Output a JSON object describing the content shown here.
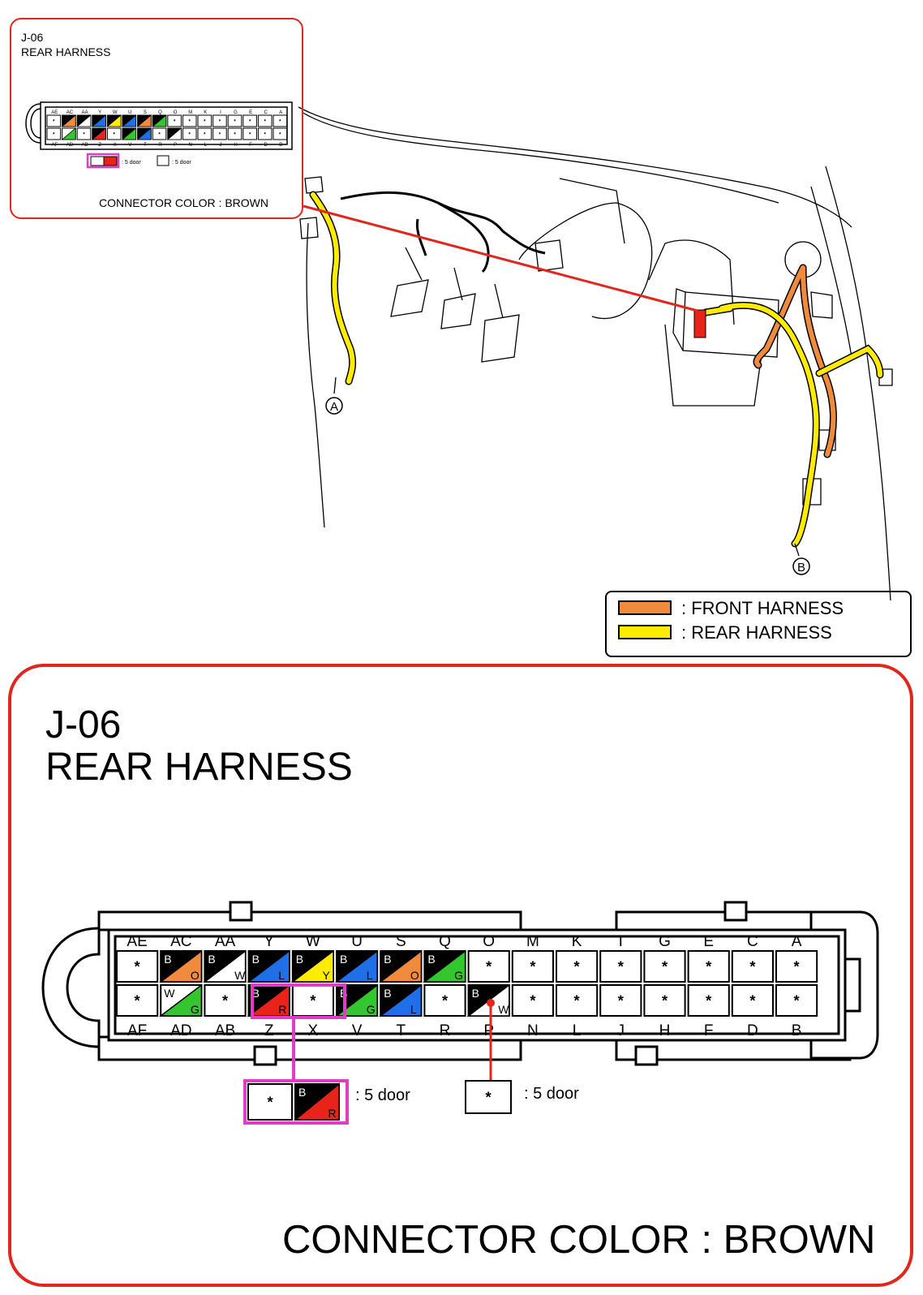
{
  "inset": {
    "code": "J-06",
    "title": "REAR HARNESS",
    "connector_color": "CONNECTOR COLOR : BROWN",
    "door_note": ": 5 door"
  },
  "legend": {
    "front": {
      "label": ": FRONT HARNESS",
      "color": "#f08a3c"
    },
    "rear": {
      "label": ": REAR HARNESS",
      "color": "#ffec00"
    }
  },
  "callouts": {
    "a": "A",
    "b": "B"
  },
  "connector": {
    "code": "J-06",
    "title": "REAR HARNESS",
    "connector_color": "CONNECTOR COLOR : BROWN",
    "top_labels": [
      "AE",
      "AC",
      "AA",
      "Y",
      "W",
      "U",
      "S",
      "Q",
      "O",
      "M",
      "K",
      "I",
      "G",
      "E",
      "C",
      "A"
    ],
    "bottom_labels": [
      "AF",
      "AD",
      "AB",
      "Z",
      "X",
      "V",
      "T",
      "R",
      "P",
      "N",
      "L",
      "J",
      "H",
      "F",
      "D",
      "B"
    ],
    "top_row": [
      {
        "pin": "AE",
        "wire": "*"
      },
      {
        "pin": "AC",
        "wire": "B/O",
        "c1": "B",
        "c2": "O",
        "fill": "#f08a3c"
      },
      {
        "pin": "AA",
        "wire": "B/W",
        "c1": "B",
        "c2": "W",
        "fill": "#ffffff"
      },
      {
        "pin": "Y",
        "wire": "B/L",
        "c1": "B",
        "c2": "L",
        "fill": "#1e6fe8"
      },
      {
        "pin": "W",
        "wire": "B/Y",
        "c1": "B",
        "c2": "Y",
        "fill": "#ffec00"
      },
      {
        "pin": "U",
        "wire": "B/L",
        "c1": "B",
        "c2": "L",
        "fill": "#1e6fe8"
      },
      {
        "pin": "S",
        "wire": "B/O",
        "c1": "B",
        "c2": "O",
        "fill": "#f08a3c"
      },
      {
        "pin": "Q",
        "wire": "B/G",
        "c1": "B",
        "c2": "G",
        "fill": "#34c62e"
      },
      {
        "pin": "O",
        "wire": "*"
      },
      {
        "pin": "M",
        "wire": "*"
      },
      {
        "pin": "K",
        "wire": "*"
      },
      {
        "pin": "I",
        "wire": "*"
      },
      {
        "pin": "G",
        "wire": "*"
      },
      {
        "pin": "E",
        "wire": "*"
      },
      {
        "pin": "C",
        "wire": "*"
      },
      {
        "pin": "A",
        "wire": "*"
      }
    ],
    "bottom_row": [
      {
        "pin": "AF",
        "wire": "*"
      },
      {
        "pin": "AD",
        "wire": "W/G",
        "c1": "W",
        "c2": "G",
        "base": "#ffffff",
        "fill": "#34c62e"
      },
      {
        "pin": "AB",
        "wire": "*"
      },
      {
        "pin": "Z",
        "wire": "B/R",
        "c1": "B",
        "c2": "R",
        "fill": "#e8241a"
      },
      {
        "pin": "X",
        "wire": "*"
      },
      {
        "pin": "V",
        "wire": "B/G",
        "c1": "B",
        "c2": "G",
        "fill": "#34c62e"
      },
      {
        "pin": "T",
        "wire": "B/L",
        "c1": "B",
        "c2": "L",
        "fill": "#1e6fe8"
      },
      {
        "pin": "R",
        "wire": "*"
      },
      {
        "pin": "P",
        "wire": "B/W",
        "c1": "B",
        "c2": "W",
        "fill": "#ffffff"
      },
      {
        "pin": "N",
        "wire": "*"
      },
      {
        "pin": "L",
        "wire": "*"
      },
      {
        "pin": "J",
        "wire": "*"
      },
      {
        "pin": "H",
        "wire": "*"
      },
      {
        "pin": "F",
        "wire": "*"
      },
      {
        "pin": "D",
        "wire": "*"
      },
      {
        "pin": "B",
        "wire": "*"
      }
    ],
    "variant_5door_a": {
      "cells": [
        {
          "wire": "*"
        },
        {
          "wire": "B/R",
          "c1": "B",
          "c2": "R",
          "fill": "#e8241a"
        }
      ],
      "note": ": 5 door"
    },
    "variant_5door_b": {
      "cells": [
        {
          "wire": "*"
        }
      ],
      "note": ": 5 door"
    },
    "highlight_color": "#e23bc6",
    "border_color": "#e1261c"
  }
}
